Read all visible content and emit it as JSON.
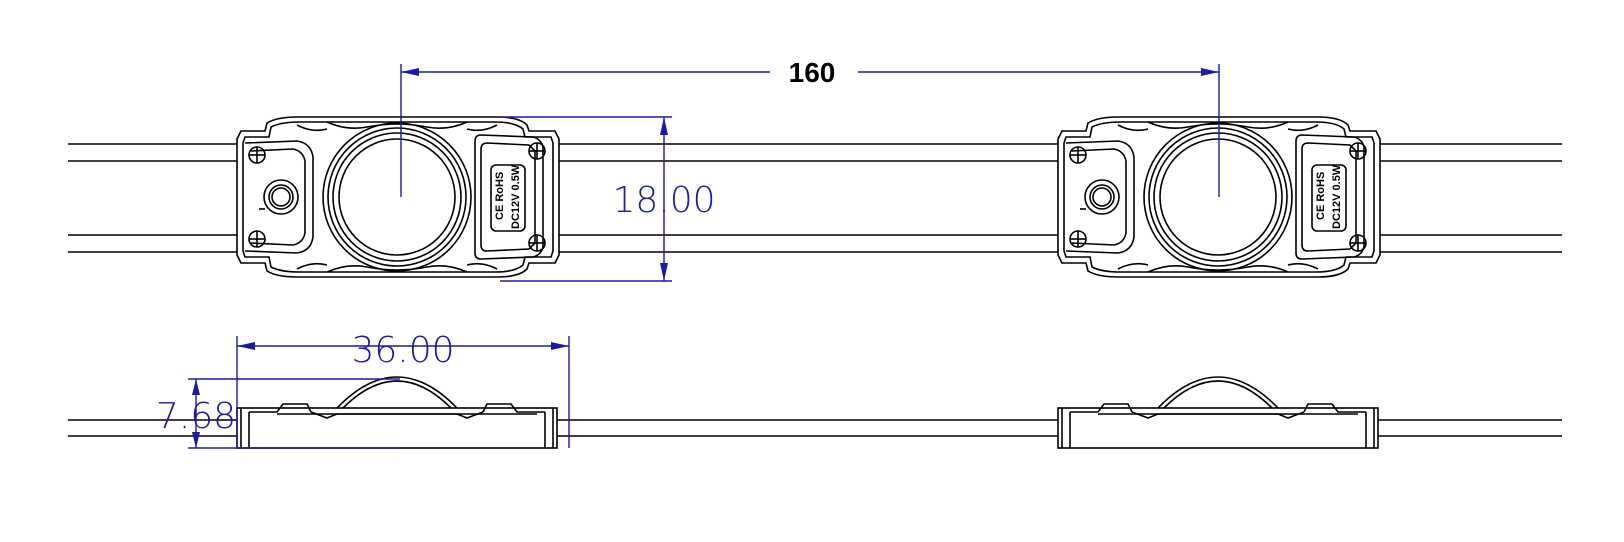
{
  "dimensions": {
    "pitch": "160",
    "height": "18.00",
    "length": "36.00",
    "thickness": "7.68"
  },
  "module_label": {
    "cert": "CE RoHS",
    "rating": "DC12V 0.5W"
  },
  "colors": {
    "outline": "#000000",
    "dimension": "#1a1aa6",
    "background": "#ffffff"
  }
}
